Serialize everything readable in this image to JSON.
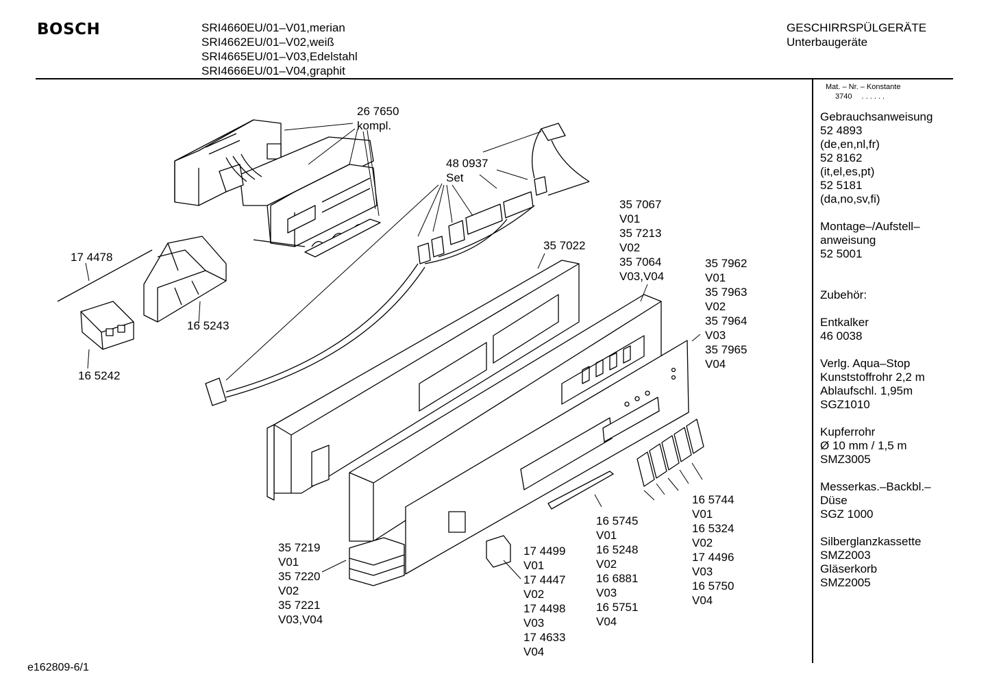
{
  "header": {
    "brand": "BOSCH",
    "models": [
      "SRI4660EU/01–V01,merian",
      "SRI4662EU/01–V02,weiß",
      "SRI4665EU/01–V03,Edelstahl",
      "SRI4666EU/01–V04,graphit"
    ],
    "category": [
      "GESCHIRRSPÜLGERÄTE",
      "Unterbaugeräte"
    ]
  },
  "sidebar": {
    "mat_title": "Mat. – Nr. – Konstante",
    "mat_value": "3740",
    "mat_dots": ". .   . . . .",
    "lines": [
      "Gebrauchsanweisung",
      "52 4893",
      "(de,en,nl,fr)",
      "52 8162",
      "(it,el,es,pt)",
      "52 5181",
      "(da,no,sv,fi)",
      "",
      "Montage–/Aufstell–",
      "anweisung",
      "52 5001",
      "",
      "",
      "Zubehör:",
      "",
      "Entkalker",
      "46 0038",
      "",
      "Verlg. Aqua–Stop",
      "Kunststoffrohr 2,2 m",
      "Ablaufschl. 1,95m",
      "SGZ1010",
      "",
      "Kupferrohr",
      "Ø 10 mm / 1,5 m",
      "SMZ3005",
      "",
      "Messerkas.–Backbl.–",
      "Düse",
      "SGZ 1000",
      "",
      "Silberglanzkassette",
      "SMZ2003",
      "Gläserkorb",
      "SMZ2005"
    ]
  },
  "callouts": {
    "c267650": [
      "26 7650",
      "kompl."
    ],
    "c480937": [
      "48 0937",
      "Set"
    ],
    "c174478": [
      "17 4478"
    ],
    "c165243": [
      "16 5243"
    ],
    "c165242": [
      "16 5242"
    ],
    "c357022": [
      "35 7022"
    ],
    "c357067": [
      "35 7067",
      "V01",
      "35 7213",
      "V02",
      "35 7064",
      "V03,V04"
    ],
    "c357962": [
      "35 7962",
      "V01",
      "35 7963",
      "V02",
      "35 7964",
      "V03",
      "35 7965",
      "V04"
    ],
    "c357219": [
      "35 7219",
      "V01",
      "35 7220",
      "V02",
      "35 7221",
      "V03,V04"
    ],
    "c174499": [
      "17 4499",
      "V01",
      "17 4447",
      "V02",
      "17 4498",
      "V03",
      "17 4633",
      "V04"
    ],
    "c165745": [
      "16 5745",
      "V01",
      "16 5248",
      "V02",
      "16 6881",
      "V03",
      "16 5751",
      "V04"
    ],
    "c165744": [
      "16 5744",
      "V01",
      "16 5324",
      "V02",
      "17 4496",
      "V03",
      "16 5750",
      "V04"
    ]
  },
  "footer": {
    "drawing_id": "e162809-6/1"
  }
}
